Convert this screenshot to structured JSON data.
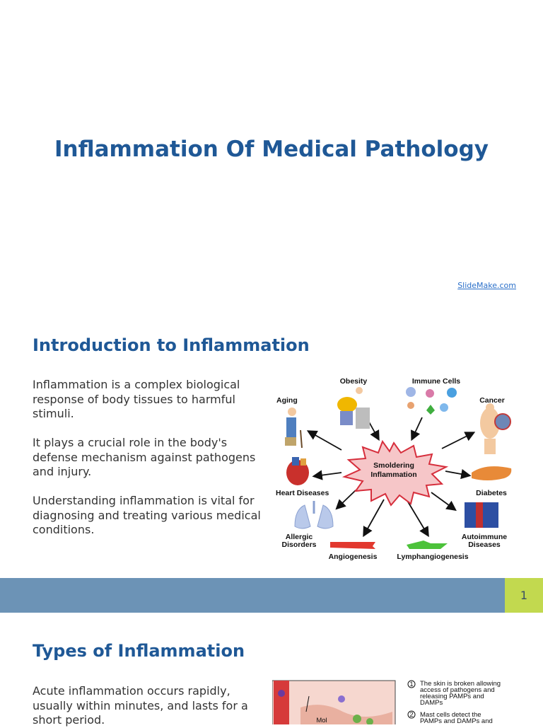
{
  "title_slide": {
    "title": "Inflammation Of Medical Pathology",
    "credit": "SlideMake.com"
  },
  "slide1": {
    "heading": "Introduction to Inflammation",
    "paragraphs": [
      "Inflammation is a complex biological response of body tissues to harmful stimuli.",
      "It plays a crucial role in the body's defense mechanism against pathogens and injury.",
      "Understanding inflammation is vital for diagnosing and treating various medical conditions."
    ],
    "diagram": {
      "center_line1": "Smoldering",
      "center_line2": "Inflammation",
      "labels": {
        "obesity": "Obesity",
        "immune_cells": "Immune  Cells",
        "aging": "Aging",
        "cancer": "Cancer",
        "heart": "Heart  Diseases",
        "diabetes": "Diabetes",
        "allergic1": "Allergic",
        "allergic2": "Disorders",
        "autoimmune1": "Autoimmune",
        "autoimmune2": "Diseases",
        "angiogenesis": "Angiogenesis",
        "lymph": "Lymphangiogenesis"
      }
    },
    "page_number": "1"
  },
  "slide2": {
    "heading": "Types of Inflammation",
    "paragraph": "Acute inflammation occurs rapidly, usually within minutes, and lasts for a short period.",
    "figure": {
      "label_mol": "Mol",
      "step1_num": "1",
      "step1_l1": "The skin is broken allowing",
      "step1_l2": "access of pathogens and",
      "step1_l3": "releasing PAMPs and",
      "step1_l4": "DAMPs",
      "step2_num": "2",
      "step2_l1": "Mast cells detect the",
      "step2_l2": "PAMPs and DAMPs and"
    }
  },
  "colors": {
    "heading_blue": "#1f5896",
    "band_blue": "#6c93b6",
    "page_badge": "#c2d94f",
    "link_blue": "#2a6fc9"
  }
}
